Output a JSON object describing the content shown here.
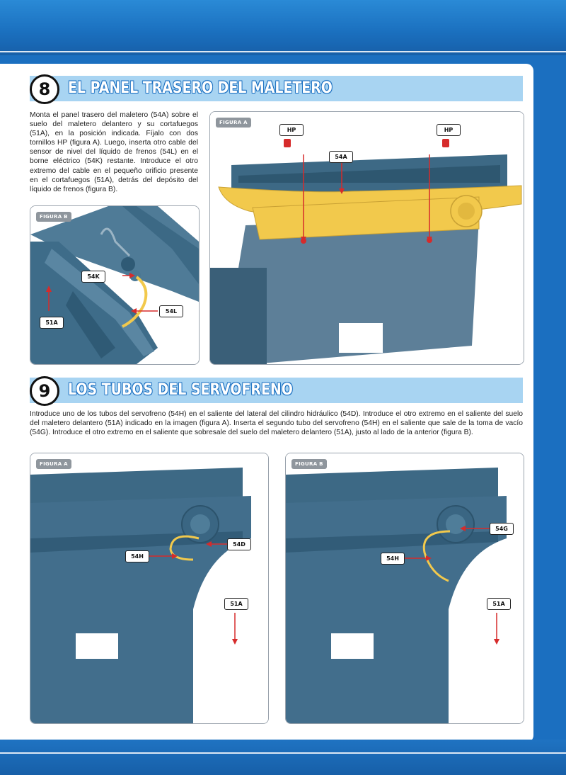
{
  "step8": {
    "number": "8",
    "title": "EL PANEL TRASERO DEL MALETERO",
    "text": "Monta el panel trasero del maletero (54A) sobre el suelo del maletero delantero y su cortafuegos (51A), en la posición indicada. Fíjalo con dos tornillos HP (figura A). Luego, inserta otro cable del sensor de nivel del líquido de frenos (54L) en el borne eléctrico (54K) restante. Introduce el otro extremo del cable en el pequeño orificio presente en el cortafuegos (51A), detrás del depósito del líquido de frenos (figura B).",
    "figure_b": {
      "tag": "FIGURA B",
      "labels": {
        "a": "54K",
        "b": "54L",
        "c": "51A"
      }
    },
    "figure_a": {
      "tag": "FIGURA A",
      "labels": {
        "hp1": "HP",
        "hp2": "HP",
        "part": "54A"
      }
    }
  },
  "step9": {
    "number": "9",
    "title": "LOS TUBOS DEL SERVOFRENO",
    "text": "Introduce uno de los tubos del servofreno (54H) en el saliente del lateral del cilindro hidráulico (54D). Introduce el otro extremo en el saliente del suelo del maletero delantero (51A) indicado en la imagen (figura A). Inserta el segundo tubo del servofreno (54H) en el saliente que sale de la toma de vacío (54G). Introduce el otro extremo en el saliente que sobresale del suelo del maletero delantero (51A), justo al lado de la anterior (figura B).",
    "figure_a": {
      "tag": "FIGURA A",
      "labels": {
        "tube": "54H",
        "cyl": "54D",
        "floor": "51A"
      }
    },
    "figure_b": {
      "tag": "FIGURA B",
      "labels": {
        "tube": "54H",
        "vac": "54G",
        "floor": "51A"
      }
    }
  },
  "colors": {
    "panel_blue": "#3f6e8c",
    "yellow": "#f2c94c",
    "header": "#a8d4f2",
    "arrow": "#d62b2b"
  }
}
